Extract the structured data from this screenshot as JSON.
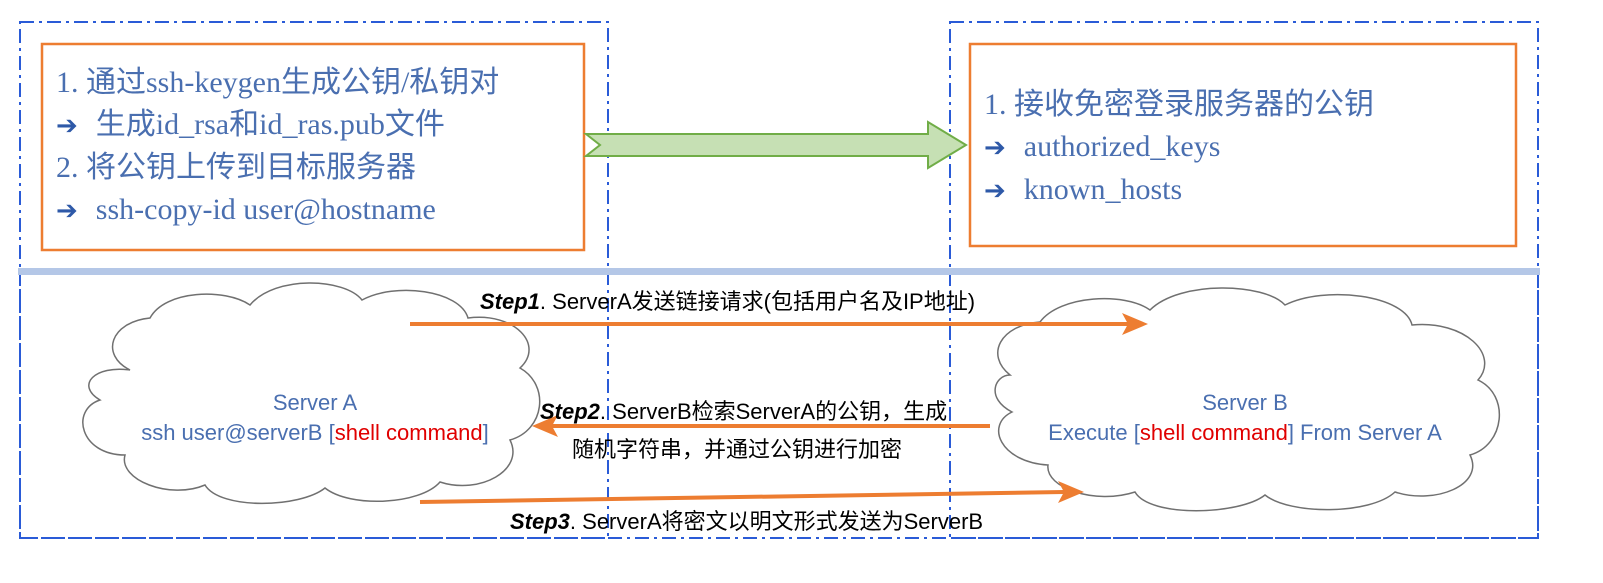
{
  "client_box": {
    "line1": "1. 通过ssh-keygen生成公钥/私钥对",
    "line2": "生成id_rsa和id_ras.pub文件",
    "line3": "2. 将公钥上传到目标服务器",
    "line4": "ssh-copy-id user@hostname"
  },
  "server_box": {
    "line1": "1. 接收免密登录服务器的公钥",
    "line2": "authorized_keys",
    "line3": "known_hosts"
  },
  "arrow_glyph": "➔",
  "steps": {
    "step1_label": "Step1",
    "step1_text": ". ServerA发送链接请求(包括用户名及IP地址)",
    "step2_label": "Step2",
    "step2_text_line1": ". ServerB检索ServerA的公钥，生成",
    "step2_text_line2": "随机字符串，并通过公钥进行加密",
    "step3_label": "Step3",
    "step3_text": ". ServerA将密文以明文形式发送为ServerB"
  },
  "server_a": {
    "title": "Server A",
    "cmd_prefix": "ssh user@serverB [",
    "cmd_highlight": "shell command",
    "cmd_suffix": "]"
  },
  "server_b": {
    "title": "Server B",
    "cmd_prefix": "Execute [",
    "cmd_highlight": "shell command",
    "cmd_suffix": "] From Server A"
  },
  "colors": {
    "dash_border": "#2a5bd7",
    "orange": "#ed7d31",
    "green_fill": "#c6e0b4",
    "green_stroke": "#70ad47",
    "divider": "#b4c7e7",
    "text_blue": "#4a6fb0",
    "highlight_red": "#e00000"
  }
}
